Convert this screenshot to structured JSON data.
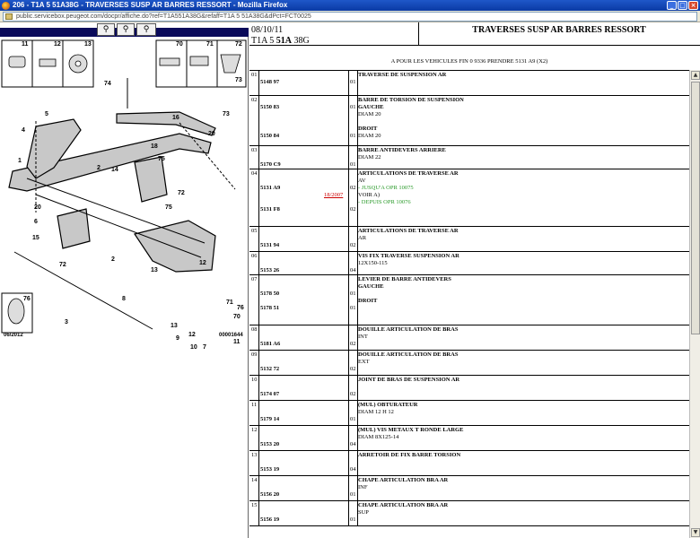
{
  "window": {
    "title": "206 - T1A 5 51A38G - TRAVERSES SUSP AR BARRES RESSORT - Mozilla Firefox",
    "url": "public.servicebox.peugeot.com/docpr/affiche.do?ref=T1A551A38G&refaff=T1A 5 51A38G&dPct=FCT0025"
  },
  "toolbar": {
    "btn1": "⚲",
    "btn2": "⚲",
    "btn3": "⚲"
  },
  "diagram": {
    "callouts": [
      "11",
      "12",
      "13",
      "70",
      "71",
      "72",
      "73",
      "74",
      "5",
      "16",
      "73",
      "20",
      "4",
      "18",
      "75",
      "1",
      "2",
      "14",
      "72",
      "6",
      "20",
      "75",
      "15",
      "72",
      "2",
      "12",
      "13",
      "8",
      "71",
      "76",
      "70",
      "3",
      "13",
      "9",
      "12",
      "10",
      "7",
      "11",
      "76"
    ],
    "date": "06/2012",
    "ref": "00001644"
  },
  "header": {
    "date": "08/10/11",
    "code_a": "T1A 5 ",
    "code_b": "51A",
    "code_c": " 38G",
    "title": "TRAVERSES SUSP AR BARRES RESSORT"
  },
  "note": "A POUR LES VEHICULES FIN 0 9336 PRENDRE 5131 A9 (X2)",
  "rows": [
    {
      "h": 28,
      "grp": "01",
      "lines": [
        {
          "ref": "5148 97",
          "qty": "01",
          "lbl": "",
          "b": "TRAVERSE DE SUSPENSION AR"
        }
      ]
    },
    {
      "h": 56,
      "grp": "02",
      "lines": [
        {
          "ref": "5150 83",
          "qty": "01",
          "lbl": "",
          "b": "BARRE DE TORSION DE SUSPENSION"
        },
        {
          "ref": "",
          "qty": "",
          "lbl": "",
          "b": "GAUCHE"
        },
        {
          "ref": "",
          "qty": "",
          "lbl": "DIAM 20",
          "b": ""
        },
        {
          "ref": "",
          "qty": "",
          "lbl": "",
          "b": ""
        },
        {
          "ref": "5150 84",
          "qty": "01",
          "lbl": "",
          "b": "DROIT"
        },
        {
          "ref": "",
          "qty": "",
          "lbl": "DIAM 20",
          "b": ""
        }
      ]
    },
    {
      "h": 26,
      "grp": "03",
      "lines": [
        {
          "ref": "",
          "qty": "",
          "lbl": "",
          "b": "BARRE ANTIDEVERS ARRIERE"
        },
        {
          "ref": "5170 C9",
          "qty": "01",
          "lbl": "DIAM 22",
          "b": ""
        }
      ]
    },
    {
      "h": 64,
      "grp": "04",
      "lines": [
        {
          "ref": "",
          "qty": "",
          "lbl": "",
          "b": "ARTICULATIONS DE TRAVERSE AR"
        },
        {
          "ref": "5131 A9",
          "qty": "02",
          "lbl": "AV",
          "b": ""
        },
        {
          "ref": "",
          "qty": "",
          "lbl": "- JUSQU'A OPR 10075",
          "b": "",
          "grn": true,
          "red": "18/2007"
        },
        {
          "ref": "",
          "qty": "",
          "lbl": "VOIR A)",
          "b": ""
        },
        {
          "ref": "5131 F8",
          "qty": "02",
          "lbl": "- DEPUIS OPR 10076",
          "b": "",
          "grn": true
        }
      ]
    },
    {
      "h": 28,
      "grp": "05",
      "lines": [
        {
          "ref": "",
          "qty": "",
          "lbl": "",
          "b": "ARTICULATIONS DE TRAVERSE AR"
        },
        {
          "ref": "5131 94",
          "qty": "02",
          "lbl": "AR",
          "b": ""
        }
      ]
    },
    {
      "h": 26,
      "grp": "06",
      "lines": [
        {
          "ref": "",
          "qty": "",
          "lbl": "",
          "b": "VIS FIX TRAVERSE SUSPENSION AR"
        },
        {
          "ref": "5153 26",
          "qty": "04",
          "lbl": "12X150-115",
          "b": ""
        }
      ]
    },
    {
      "h": 56,
      "grp": "07",
      "lines": [
        {
          "ref": "",
          "qty": "",
          "lbl": "",
          "b": "LEVIER DE BARRE ANTIDEVERS"
        },
        {
          "ref": "5178 50",
          "qty": "01",
          "lbl": "",
          "b": "GAUCHE"
        },
        {
          "ref": "",
          "qty": "",
          "lbl": "",
          "b": ""
        },
        {
          "ref": "5178 51",
          "qty": "01",
          "lbl": "",
          "b": "DROIT"
        }
      ]
    },
    {
      "h": 28,
      "grp": "08",
      "lines": [
        {
          "ref": "",
          "qty": "",
          "lbl": "",
          "b": "DOUILLE ARTICULATION DE BRAS"
        },
        {
          "ref": "5181 A6",
          "qty": "02",
          "lbl": "INT",
          "b": ""
        }
      ]
    },
    {
      "h": 28,
      "grp": "09",
      "lines": [
        {
          "ref": "",
          "qty": "",
          "lbl": "",
          "b": "DOUILLE ARTICULATION DE BRAS"
        },
        {
          "ref": "5132 72",
          "qty": "02",
          "lbl": "EXT",
          "b": ""
        }
      ]
    },
    {
      "h": 28,
      "grp": "10",
      "lines": [
        {
          "ref": "",
          "qty": "",
          "lbl": "",
          "b": "JOINT DE BRAS DE SUSPENSION AR"
        },
        {
          "ref": "5174 07",
          "qty": "02",
          "lbl": "",
          "b": ""
        }
      ]
    },
    {
      "h": 28,
      "grp": "11",
      "lines": [
        {
          "ref": "",
          "qty": "",
          "lbl": "",
          "b": "(MUL) OBTURATEUR"
        },
        {
          "ref": "5179 14",
          "qty": "01",
          "lbl": "DIAM 12 H 12",
          "b": ""
        }
      ]
    },
    {
      "h": 28,
      "grp": "12",
      "lines": [
        {
          "ref": "",
          "qty": "",
          "lbl": "",
          "b": "(MUL) VIS METAUX T RONDE LARGE"
        },
        {
          "ref": "5153 20",
          "qty": "04",
          "lbl": "DIAM 8X125-14",
          "b": ""
        }
      ]
    },
    {
      "h": 28,
      "grp": "13",
      "lines": [
        {
          "ref": "",
          "qty": "",
          "lbl": "",
          "b": "ARRETOIR DE FIX BARRE TORSION"
        },
        {
          "ref": "5153 19",
          "qty": "04",
          "lbl": "",
          "b": ""
        }
      ]
    },
    {
      "h": 28,
      "grp": "14",
      "lines": [
        {
          "ref": "",
          "qty": "",
          "lbl": "",
          "b": "CHAPE ARTICULATION BRA AR"
        },
        {
          "ref": "5156 20",
          "qty": "01",
          "lbl": "INF",
          "b": ""
        }
      ]
    },
    {
      "h": 28,
      "grp": "15",
      "lines": [
        {
          "ref": "",
          "qty": "",
          "lbl": "",
          "b": "CHAPE ARTICULATION BRA AR"
        },
        {
          "ref": "5156 19",
          "qty": "01",
          "lbl": "SUP",
          "b": ""
        }
      ]
    }
  ]
}
